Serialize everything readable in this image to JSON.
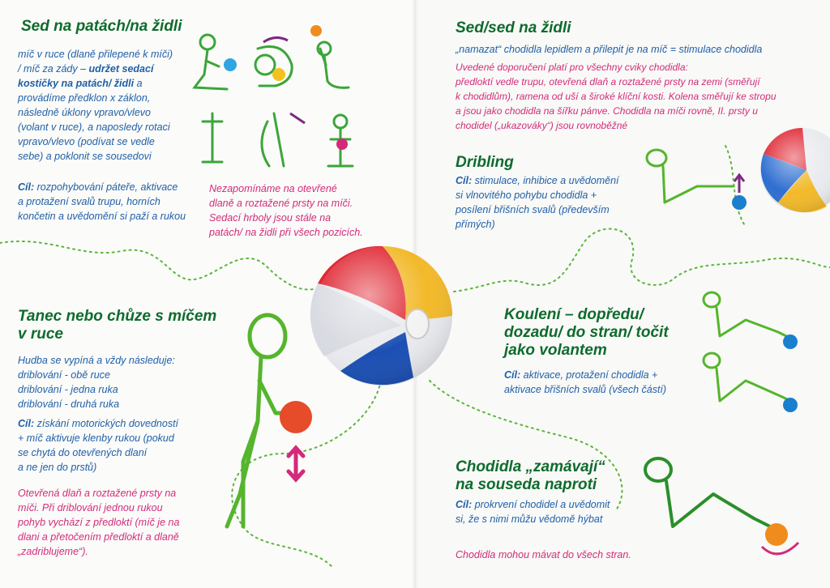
{
  "left": {
    "s1": {
      "title": "Sed na patách/na židli",
      "p1a": "míč v ruce (dlaně přilepené k míči)",
      "p1b": "/ míč za zády –",
      "p1bold1": "udržet sedací",
      "p1bold2": "kostičky na patách/ židli",
      "p1c": "a",
      "p1d": "provádíme předklon x záklon,",
      "p1e": "následně úklony vpravo/vlevo",
      "p1f": "(volant v ruce), a naposledy rotaci",
      "p1g": "vpravo/vlevo (podívat se vedle",
      "p1h": "sebe) a poklonit se sousedovi",
      "cil_label": "Cíl:",
      "cil1": "rozpohybování páteře, aktivace",
      "cil2": "a protažení svalů trupu, horních",
      "cil3": "končetin a uvědomění si paží a rukou",
      "note1": "Nezapomínáme na otevřené",
      "note2": "dlaně a roztažené prsty na míči.",
      "note3": "Sedací hrboly jsou stále na",
      "note4": "patách/ na židli při všech pozicích."
    },
    "s2": {
      "title1": "Tanec nebo chůze s míčem",
      "title2": "v ruce",
      "l1": "Hudba se vypíná a vždy následuje:",
      "l2": "driblování - obě ruce",
      "l3": "driblování - jedna ruka",
      "l4": "driblování - druhá ruka",
      "cil_label": "Cíl:",
      "cil1": "získání motorických dovedností",
      "cil2": "+ míč aktivuje klenby rukou (pokud",
      "cil3": "se chytá do otevřených dlaní",
      "cil4": "a ne jen do prstů)",
      "note1": "Otevřená dlaň a roztažené prsty na",
      "note2": "míči. Při driblování jednou rukou",
      "note3": "pohyb vychází z předloktí (míč je na",
      "note4": "dlani a přetočením předloktí a dlaně",
      "note5": "„zadriblujeme“)."
    }
  },
  "right": {
    "s1": {
      "title": "Sed/sed na židli",
      "line1": "„namazat“ chodidla lepidlem a přilepit je na míč = stimulace chodidla",
      "m1": "Uvedené doporučení platí pro všechny cviky chodidla:",
      "m2": "předloktí vedle trupu, otevřená dlaň a roztažené prsty na zemi (směřují",
      "m3": "k chodidlům), ramena od uší a široké klíční kosti. Kolena směřují ke stropu",
      "m4": "a jsou jako chodidla na šířku pánve. Chodidla na míči rovně, II. prsty u",
      "m5": "chodidel („ukazováky“) jsou rovnoběžné"
    },
    "s2": {
      "title": "Dribling",
      "cil_label": "Cíl:",
      "c1": "stimulace, inhibice a uvědomění",
      "c2": "si vlnovitého pohybu chodidla +",
      "c3": "posílení břišních svalů (především",
      "c4": "přímých)"
    },
    "s3": {
      "title1": "Koulení – dopředu/",
      "title2": "dozadu/ do stran/ točit",
      "title3": "jako volantem",
      "cil_label": "Cíl:",
      "c1": "aktivace, protažení chodidla +",
      "c2": "aktivace břišních svalů (všech částí)"
    },
    "s4": {
      "title1": "Chodidla „zamávají“",
      "title2": "na souseda naproti",
      "cil_label": "Cíl:",
      "c1": "prokrvení chodidel a uvědomit",
      "c2": "si, že s nimi můžu vědomě hýbat",
      "note": "Chodidla mohou mávat do všech stran."
    }
  },
  "colors": {
    "heading": "#0e6b2d",
    "blue": "#1f5fa8",
    "magenta": "#d22b7a",
    "figure": "#55b52d"
  },
  "icons": [
    "beach-ball-illustration",
    "stick-figure-illustration",
    "dotted-path"
  ]
}
